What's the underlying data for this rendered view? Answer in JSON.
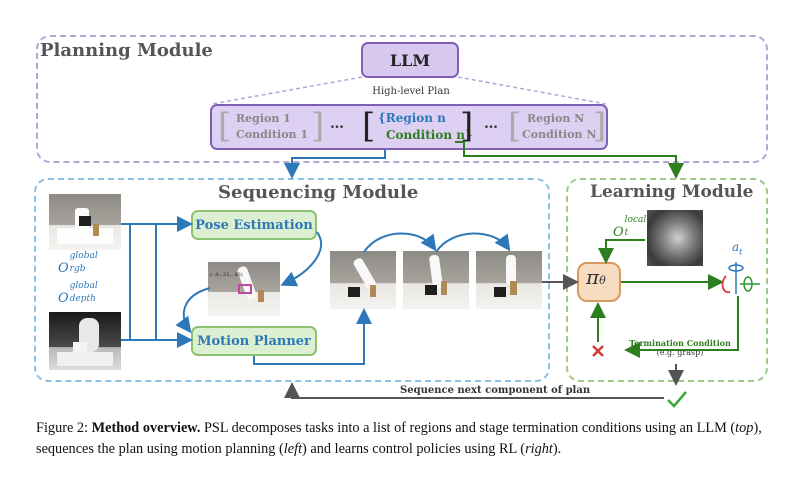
{
  "planning": {
    "title": "Planning Module",
    "llm_label": "LLM",
    "plan_label": "High-level Plan",
    "region1": "Region 1",
    "condition1": "Condition 1",
    "ellipsis_left": "…",
    "region_n": "Region n",
    "condition_n": "Condition n",
    "ellipsis_right": "…",
    "region_N": "Region N",
    "condition_N": "Condition N"
  },
  "sequencing": {
    "title": "Sequencing Module",
    "pose_estimation": "Pose Estimation",
    "motion_planner": "Motion Planner",
    "rgb_base": "O",
    "rgb_sup": "global",
    "rgb_sub": "rgb",
    "depth_base": "O",
    "depth_sup": "global",
    "depth_sub": "depth",
    "pose_readout": "(-.4,-.31,..43)"
  },
  "learning": {
    "title": "Learning Module",
    "obs_base": "O",
    "obs_sup": "local",
    "obs_sub": "t",
    "policy_base": "π",
    "policy_sub": "θ",
    "action_base": "a",
    "action_sub": "t",
    "termination_title": "Termination Condition",
    "termination_example": "(e.g. grasp)"
  },
  "flow": {
    "sequence_next": "Sequence next component of plan"
  },
  "caption": {
    "prefix": "Figure 2: ",
    "bold": "Method overview.",
    "seg1": " PSL decomposes tasks into a list of regions and stage termination conditions using an LLM (",
    "top": "top",
    "seg2": "), sequences the plan using motion planning (",
    "left": "left",
    "seg3": ") and learns control policies using RL (",
    "right": "right",
    "seg4": ")."
  },
  "colors": {
    "planning_border": "#b3a6d6",
    "llm_fill": "#d8c8ee",
    "llm_border": "#7d5fb5",
    "sequencing_border": "#8cbfe0",
    "learning_border": "#9fc98a",
    "pill_fill": "#dcefd0",
    "pill_border": "#8cc270",
    "blue_text": "#2d78b8",
    "green_text": "#2e7d1f",
    "policy_fill": "#f7dcc0",
    "policy_border": "#d89a5c",
    "grey_text": "#888888"
  }
}
